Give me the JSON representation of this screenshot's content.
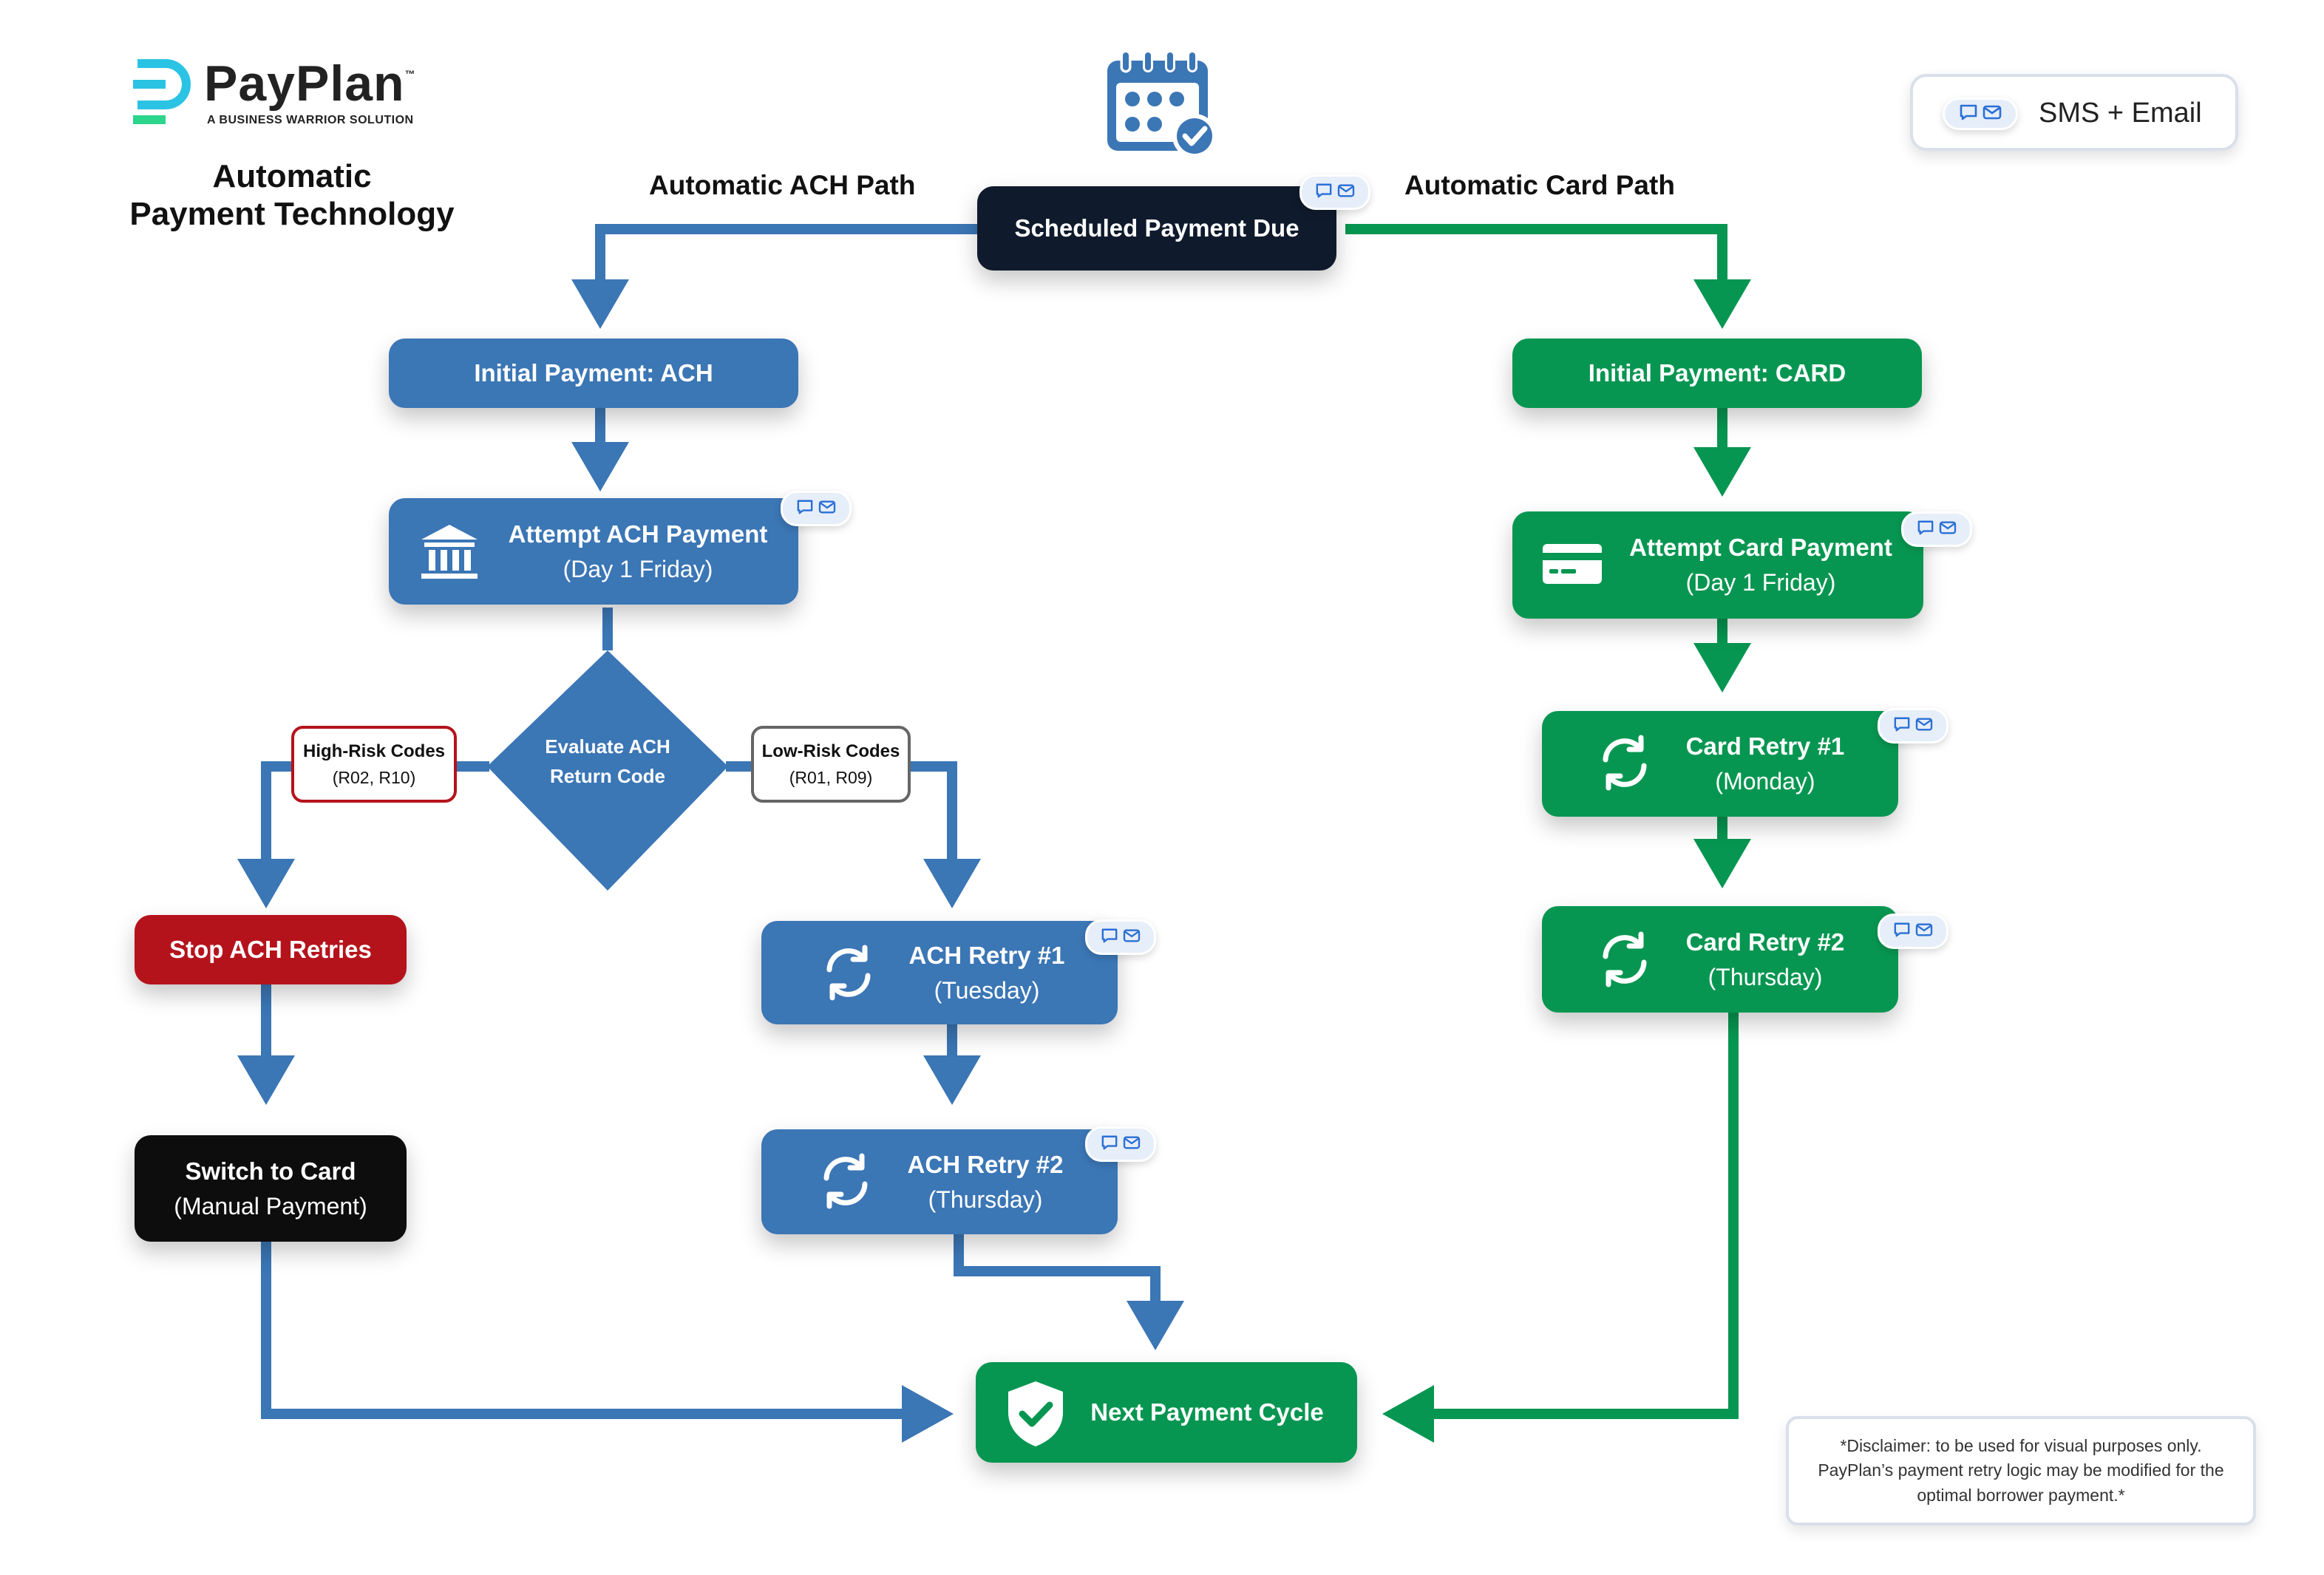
{
  "brand": {
    "name": "PayPlan",
    "trademark": "™",
    "tagline": "A BUSINESS WARRIOR SOLUTION",
    "title_line1": "Automatic",
    "title_line2": "Payment Technology"
  },
  "legend": {
    "label": "SMS + Email"
  },
  "paths": {
    "ach_label": "Automatic ACH Path",
    "card_label": "Automatic Card Path"
  },
  "nodes": {
    "scheduled": "Scheduled Payment Due",
    "initial_ach": "Initial Payment: ACH",
    "attempt_ach": {
      "title": "Attempt ACH Payment",
      "sub": "(Day 1 Friday)"
    },
    "evaluate": {
      "line1": "Evaluate ACH",
      "line2": "Return Code"
    },
    "high_risk": {
      "title": "High-Risk Codes",
      "codes": "(R02, R10)"
    },
    "low_risk": {
      "title": "Low-Risk Codes",
      "codes": "(R01, R09)"
    },
    "stop_ach": "Stop ACH Retries",
    "switch_card": {
      "title": "Switch to Card",
      "sub": "(Manual Payment)"
    },
    "ach_retry1": {
      "title": "ACH Retry #1",
      "sub": "(Tuesday)"
    },
    "ach_retry2": {
      "title": "ACH Retry #2",
      "sub": "(Thursday)"
    },
    "initial_card": "Initial Payment: CARD",
    "attempt_card": {
      "title": "Attempt Card Payment",
      "sub": "(Day 1 Friday)"
    },
    "card_retry1": {
      "title": "Card Retry #1",
      "sub": "(Monday)"
    },
    "card_retry2": {
      "title": "Card Retry #2",
      "sub": "(Thursday)"
    },
    "next_cycle": "Next Payment Cycle"
  },
  "disclaimer": "*Disclaimer: to be used for visual purposes only. PayPlan’s payment retry logic may be modified for the optimal borrower payment.*",
  "colors": {
    "ach_blue": "#3B76B5",
    "card_green": "#079651",
    "stop_red": "#B5131C",
    "dark": "#0D0D0D",
    "navy": "#0F1A2C",
    "brand_teal": "#2BC3E4",
    "brand_green": "#2BD58C"
  },
  "icons": [
    "calendar-check-icon",
    "bank-icon",
    "credit-card-icon",
    "refresh-icon",
    "shield-check-icon",
    "chat-bubble-icon",
    "mail-icon"
  ]
}
